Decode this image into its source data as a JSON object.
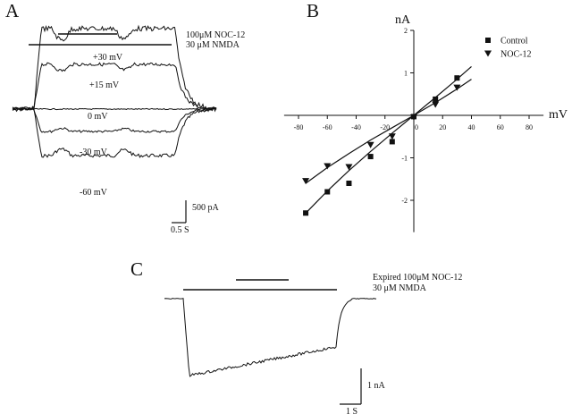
{
  "panels": {
    "a": {
      "letter": "A",
      "stim1": "100μM NOC-12",
      "stim2": "30 μM NMDA",
      "traces": [
        "+30 mV",
        "+15 mV",
        "0 mV",
        "-30 mV",
        "-60 mV"
      ],
      "scale_y": "500 pA",
      "scale_x": "0.5 S"
    },
    "b": {
      "letter": "B"
    },
    "c": {
      "letter": "C",
      "stim1": "Expired 100μM NOC-12",
      "stim2": "30 μM NMDA",
      "scale_y": "1 nA",
      "scale_x": "1 S"
    }
  },
  "chart_data": {
    "type": "scatter",
    "xlabel": "mV",
    "ylabel": "nA",
    "xlim": [
      -90,
      90
    ],
    "ylim": [
      -2.75,
      2
    ],
    "x_ticks": [
      -80,
      -60,
      -40,
      -20,
      0,
      20,
      40,
      60,
      80
    ],
    "y_ticks": [
      -2,
      -1,
      0,
      1,
      2
    ],
    "x_tick_labels": [
      "-80",
      "-60",
      "-40",
      "-20",
      "0",
      "20",
      "40",
      "60",
      "80"
    ],
    "y_tick_labels": [
      "-2",
      "-1",
      "0",
      "1",
      "2"
    ],
    "legend_position": "top-right",
    "series": [
      {
        "name": "Control",
        "marker": "square",
        "points": [
          [
            -75,
            -2.3
          ],
          [
            -60,
            -1.8
          ],
          [
            -45,
            -1.6
          ],
          [
            -30,
            -0.97
          ],
          [
            -15,
            -0.62
          ],
          [
            0,
            -0.03
          ],
          [
            15,
            0.38
          ],
          [
            30,
            0.88
          ]
        ],
        "fit": [
          [
            -75,
            -2.3
          ],
          [
            -60,
            -1.78
          ],
          [
            -45,
            -1.3
          ],
          [
            -30,
            -0.85
          ],
          [
            -15,
            -0.42
          ],
          [
            0,
            0
          ],
          [
            15,
            0.42
          ],
          [
            30,
            0.85
          ],
          [
            40,
            1.15
          ]
        ]
      },
      {
        "name": "NOC-12",
        "marker": "triangle-down",
        "points": [
          [
            -75,
            -1.55
          ],
          [
            -60,
            -1.2
          ],
          [
            -45,
            -1.22
          ],
          [
            -30,
            -0.7
          ],
          [
            -15,
            -0.5
          ],
          [
            0,
            -0.05
          ],
          [
            15,
            0.25
          ],
          [
            30,
            0.65
          ]
        ],
        "fit": [
          [
            -75,
            -1.6
          ],
          [
            -60,
            -1.23
          ],
          [
            -45,
            -0.9
          ],
          [
            -30,
            -0.58
          ],
          [
            -15,
            -0.29
          ],
          [
            0,
            0
          ],
          [
            15,
            0.3
          ],
          [
            30,
            0.62
          ],
          [
            40,
            0.85
          ]
        ]
      }
    ]
  }
}
